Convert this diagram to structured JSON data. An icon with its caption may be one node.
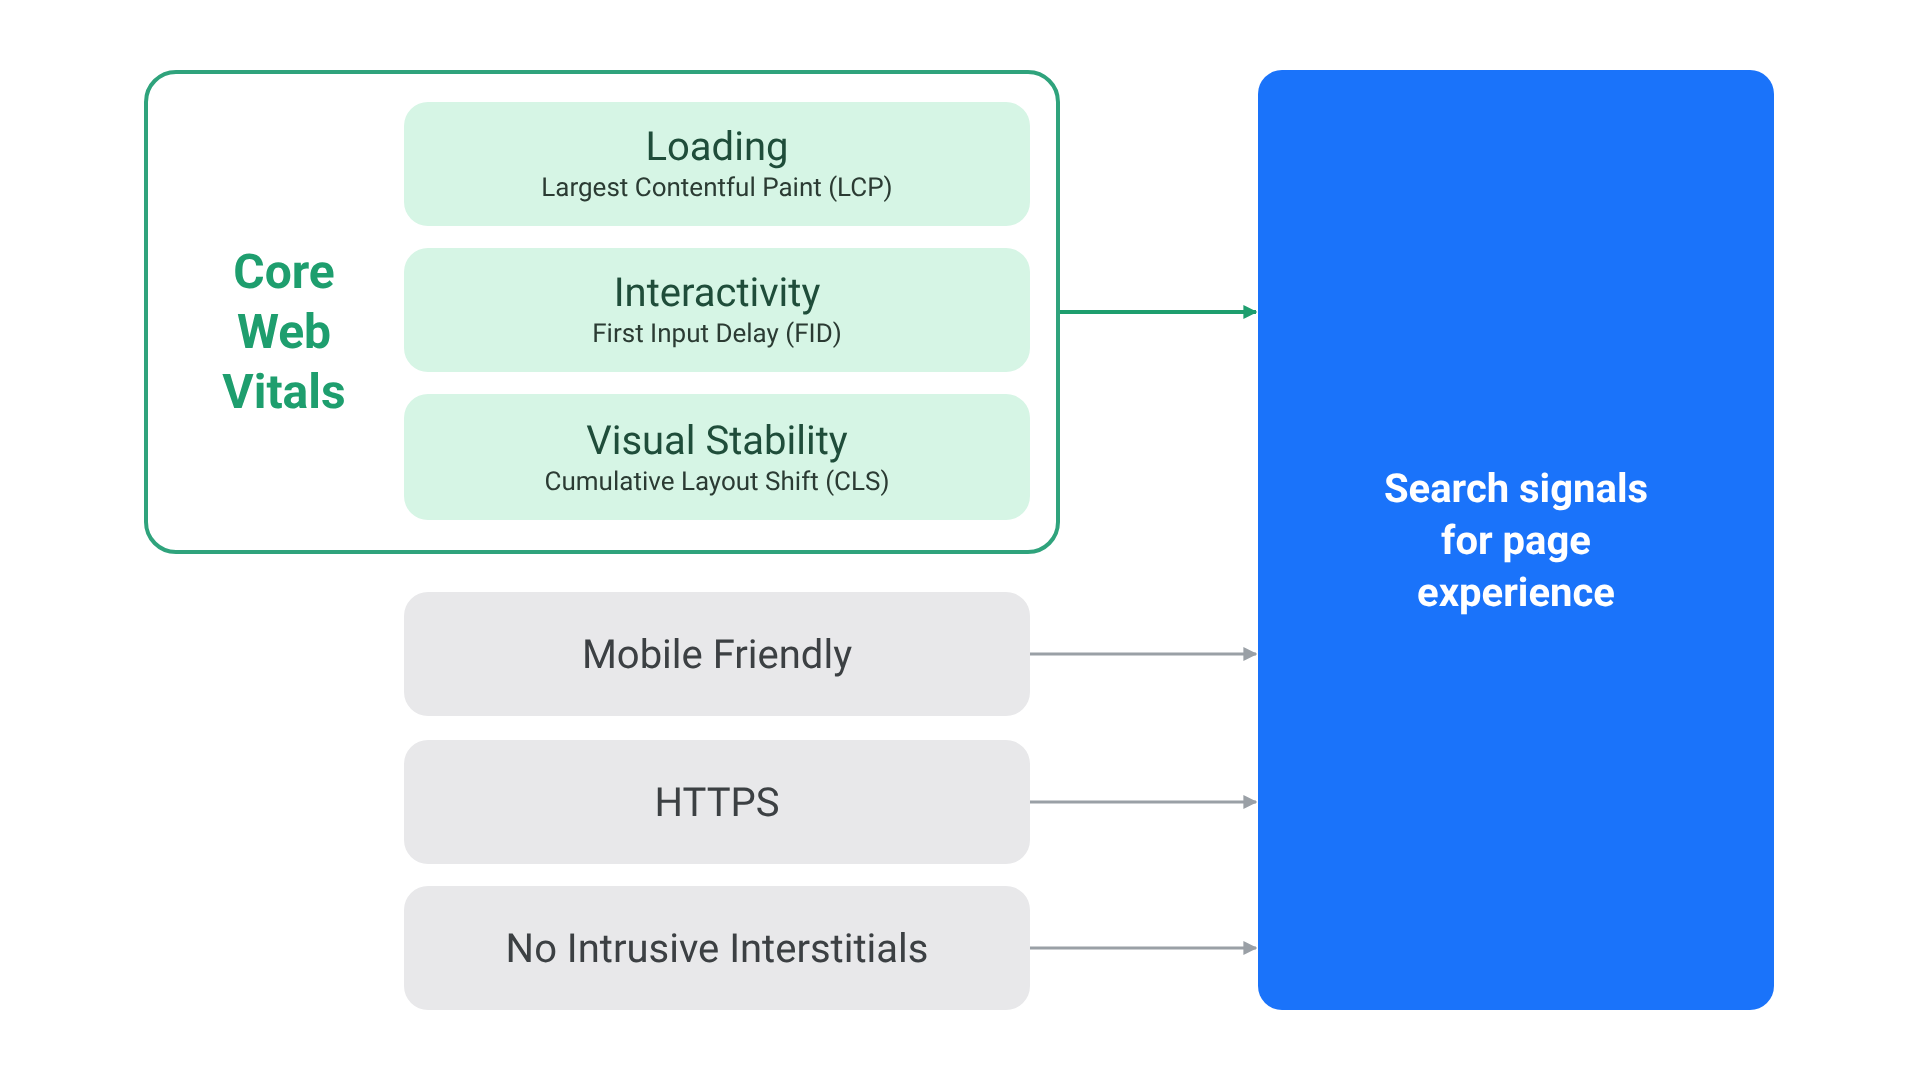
{
  "diagram": {
    "nodes": [
      {
        "text": [
          "Core Web Vitals"
        ]
      },
      {
        "text": [
          "Loading",
          "Largest Contentful Paint (LCP)"
        ],
        "in": 0
      },
      {
        "text": [
          "Interactivity",
          "First Input Delay (FID)"
        ],
        "in": 0
      },
      {
        "text": [
          "Visual Stability",
          "Cumulative Layout Shift (CLS)"
        ],
        "in": 0
      },
      {
        "text": [
          "Mobile Friendly"
        ]
      },
      {
        "text": [
          "HTTPS"
        ]
      },
      {
        "text": [
          "No Intrusive Interstitials"
        ]
      },
      {
        "text": [
          "Search signals for page experience"
        ]
      }
    ],
    "edges": [
      {
        "from": 0,
        "to": 7,
        "arrow": "to",
        "color": "#1e9e6e"
      },
      {
        "from": 4,
        "to": 7,
        "arrow": "to"
      },
      {
        "from": 5,
        "to": 7,
        "arrow": "to"
      },
      {
        "from": 6,
        "to": 7,
        "arrow": "to"
      }
    ]
  }
}
